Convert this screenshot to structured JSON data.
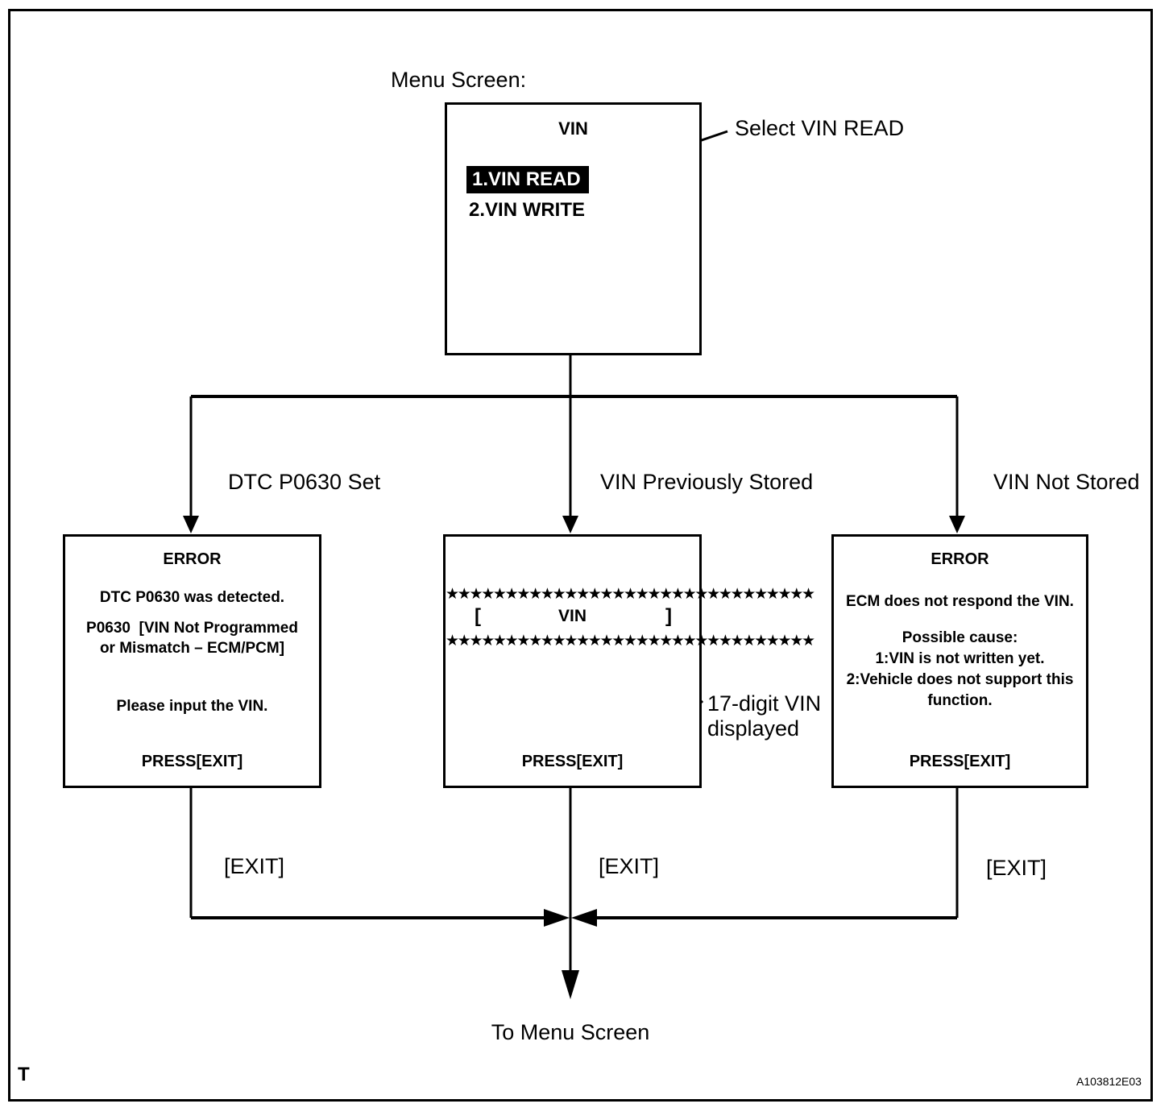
{
  "labels": {
    "menu_screen": "Menu Screen:",
    "select_vin_read": "Select VIN READ",
    "vin_annotation_line1": "17-digit VIN",
    "vin_annotation_line2": "displayed",
    "to_menu_screen": "To Menu Screen"
  },
  "menu_box": {
    "title": "VIN",
    "item_selected": "1.VIN READ",
    "item_second": "2.VIN WRITE"
  },
  "branches": {
    "left": "DTC P0630 Set",
    "middle": "VIN Previously Stored",
    "right": "VIN Not Stored"
  },
  "screens": {
    "error_dtc": {
      "title": "ERROR",
      "line1": "DTC P0630 was detected.",
      "line2": "P0630  [VIN Not Programmed",
      "line3": "or Mismatch – ECM/PCM]",
      "line4": "Please input the VIN.",
      "press": "PRESS[EXIT]"
    },
    "vin_display": {
      "stars_top": "★★★★★★★★★★★★★★★★★★★★★★★★★★★★★★★",
      "bracket_open": "[",
      "vin_label": "VIN",
      "bracket_close": "]",
      "stars_bottom": "★★★★★★★★★★★★★★★★★★★★★★★★★★★★★★★",
      "press": "PRESS[EXIT]"
    },
    "error_ecm": {
      "title": "ERROR",
      "line1": "ECM does not respond the VIN.",
      "line2": "Possible cause:",
      "line3": "1:VIN is not written yet.",
      "line4": "2:Vehicle does not support this",
      "line5": "function.",
      "press": "PRESS[EXIT]"
    }
  },
  "exit_labels": {
    "left": "[EXIT]",
    "middle": "[EXIT]",
    "right": "[EXIT]"
  },
  "footer": {
    "page_letter": "T",
    "figure_code": "A103812E03"
  },
  "colors": {
    "ink": "#000000",
    "background": "#ffffff",
    "highlight_bg": "#000000",
    "highlight_text": "#ffffff"
  }
}
